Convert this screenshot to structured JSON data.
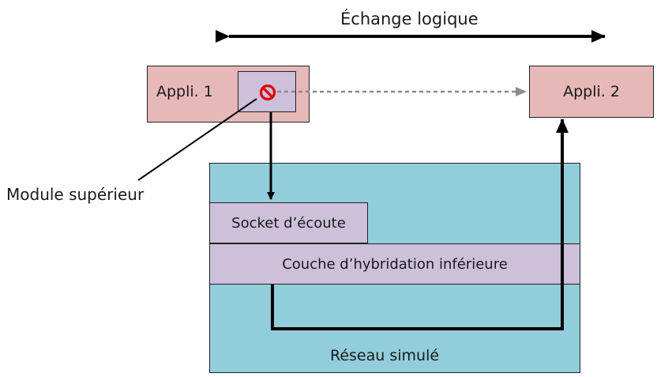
{
  "title": "Échange logique",
  "app1": {
    "label": "Appli. 1"
  },
  "app2": {
    "label": "Appli. 2"
  },
  "module_label": "Module supérieur",
  "socket_label": "Socket d’écoute",
  "layer_label": "Couche d’hybridation inférieure",
  "network_label": "Réseau simulé",
  "colors": {
    "app_fill": "#e6b9b8",
    "module_fill": "#ccc0da",
    "network_fill": "#92cddc",
    "socket_fill": "#ccc0da",
    "blocked_icon": "#e00000",
    "dashed_arrow": "#8c8c8c",
    "stroke": "#000000"
  },
  "icons": {
    "blocked": "no-entry-icon"
  }
}
